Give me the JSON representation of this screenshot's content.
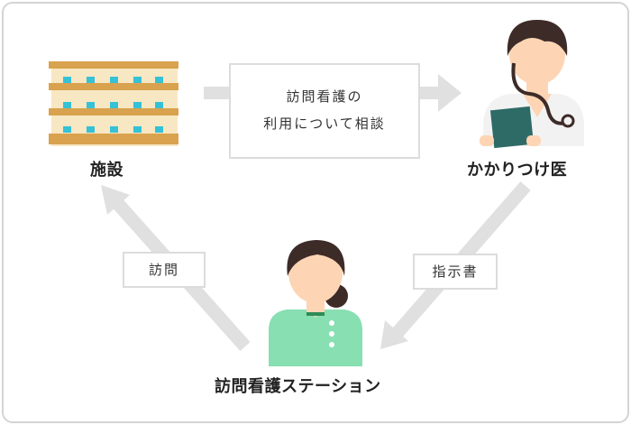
{
  "nodes": {
    "facility": "施設",
    "doctor": "かかりつけ医",
    "station": "訪問看護ステーション"
  },
  "flows": {
    "consult_line1": "訪問看護の",
    "consult_line2": "利用について相談",
    "order": "指示書",
    "visit": "訪問"
  },
  "colors": {
    "arrow": "#e0e0e0",
    "building_stripe": "#d9a24e",
    "building_wall": "#f7e7c3",
    "window": "#35c1d6",
    "skin": "#fdd5b4",
    "hair": "#3d2b28",
    "coat": "#f2f2f2",
    "clipboard": "#2f6b66",
    "nurse_uniform": "#87dfb2"
  }
}
